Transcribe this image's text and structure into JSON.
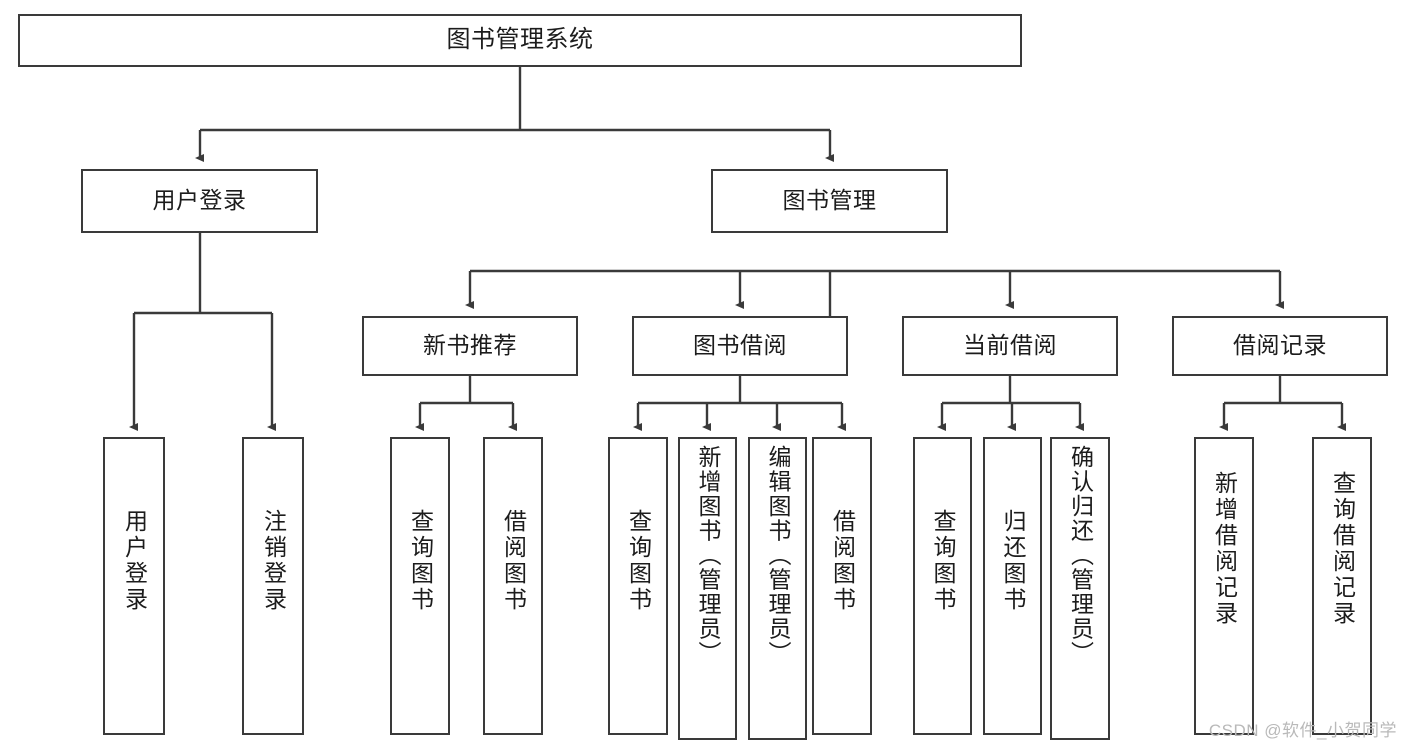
{
  "diagram": {
    "title": "图书管理系统",
    "root": {
      "id": "root",
      "label": "图书管理系统"
    },
    "branches": [
      {
        "id": "user-login",
        "label": "用户登录"
      },
      {
        "id": "book-manage",
        "label": "图书管理"
      }
    ],
    "sub_branches": [
      {
        "id": "new-book-recommend",
        "label": "新书推荐"
      },
      {
        "id": "book-borrow",
        "label": "图书借阅"
      },
      {
        "id": "current-borrow",
        "label": "当前借阅"
      },
      {
        "id": "borrow-record",
        "label": "借阅记录"
      }
    ],
    "leaves": [
      {
        "id": "leaf-user-login",
        "label": "用户登录",
        "parent": "user-login"
      },
      {
        "id": "leaf-logout",
        "label": "注销登录",
        "parent": "user-login"
      },
      {
        "id": "leaf-query-book-1",
        "label": "查询图书",
        "parent": "new-book-recommend"
      },
      {
        "id": "leaf-borrow-book-1",
        "label": "借阅图书",
        "parent": "new-book-recommend"
      },
      {
        "id": "leaf-query-book-2",
        "label": "查询图书",
        "parent": "book-borrow"
      },
      {
        "id": "leaf-add-book",
        "label": "新增图书（管理员）",
        "parent": "book-borrow"
      },
      {
        "id": "leaf-edit-book",
        "label": "编辑图书（管理员）",
        "parent": "book-borrow"
      },
      {
        "id": "leaf-borrow-book-2",
        "label": "借阅图书",
        "parent": "book-borrow"
      },
      {
        "id": "leaf-query-book-3",
        "label": "查询图书",
        "parent": "current-borrow"
      },
      {
        "id": "leaf-return-book",
        "label": "归还图书",
        "parent": "current-borrow"
      },
      {
        "id": "leaf-confirm-return",
        "label": "确认归还（管理员）",
        "parent": "current-borrow"
      },
      {
        "id": "leaf-add-record",
        "label": "新增借阅记录",
        "parent": "borrow-record"
      },
      {
        "id": "leaf-query-record",
        "label": "查询借阅记录",
        "parent": "borrow-record"
      }
    ],
    "watermark": "CSDN @软件_小贺同学",
    "colors": {
      "line": "#3a3a3a",
      "box_fill": "#ffffff",
      "text": "#1c1c1c",
      "watermark": "#b9b9b9",
      "background": "#ffffff"
    }
  }
}
